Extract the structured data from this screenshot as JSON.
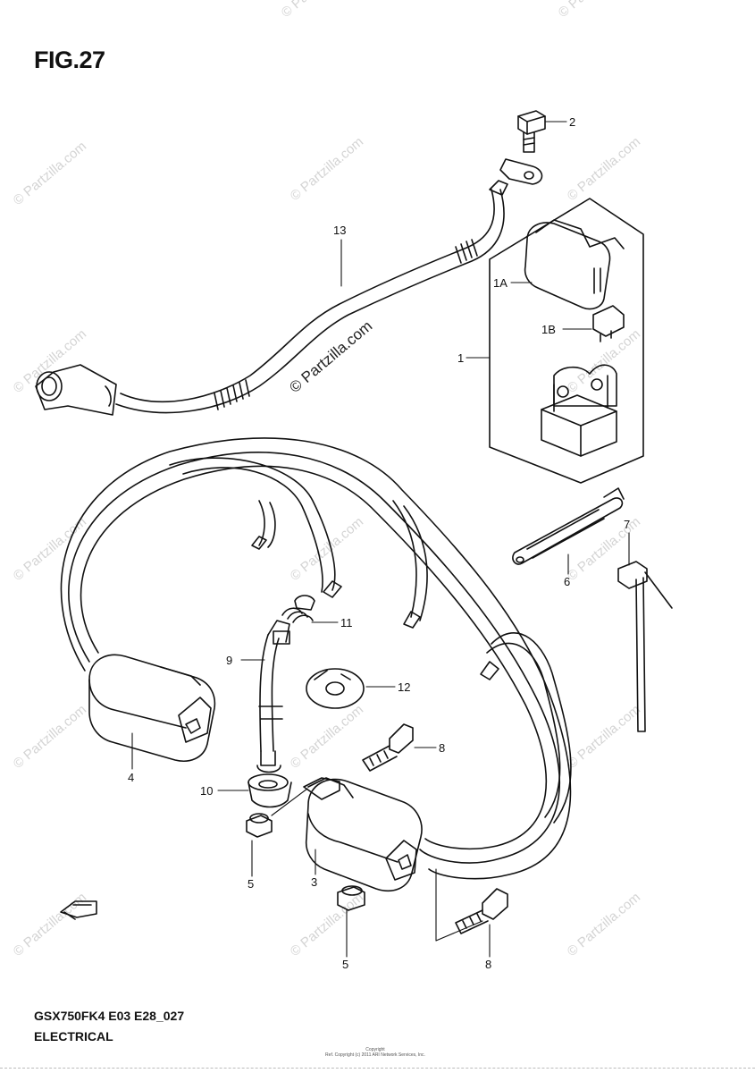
{
  "figure": {
    "title": "FIG.27",
    "model_code": "GSX750FK4 E03 E28_027",
    "section_name": "ELECTRICAL"
  },
  "copyright": {
    "line1": "Copyright",
    "line2": "Ref. Copyright (c) 2011 ARI Network Services, Inc."
  },
  "watermark": {
    "text": "© Partzilla.com"
  },
  "callouts": [
    "1",
    "1A",
    "1B",
    "2",
    "3",
    "4",
    "5",
    "5",
    "6",
    "7",
    "8",
    "8",
    "9",
    "10",
    "11",
    "12",
    "13"
  ],
  "colors": {
    "ink": "#111111",
    "watermark": "#d4d4d4",
    "background": "#ffffff"
  }
}
